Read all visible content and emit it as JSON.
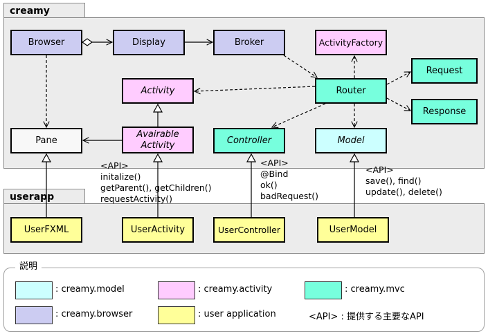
{
  "packages": {
    "creamy": "creamy",
    "userapp": "userapp"
  },
  "classes": {
    "browser": "Browser",
    "display": "Display",
    "broker": "Broker",
    "activity_factory": "ActivityFactory",
    "request": "Request",
    "activity": "Activity",
    "router": "Router",
    "response": "Response",
    "pane": "Pane",
    "avairable_activity": "Avairable\nActivity",
    "controller": "Controller",
    "model": "Model",
    "user_fxml": "UserFXML",
    "user_activity": "UserActivity",
    "user_controller": "UserController",
    "user_model": "UserModel"
  },
  "api_notes": {
    "activity": "<API>\ninitalize()\ngetParent(), getChildren()\nrequestActivity()",
    "controller": "<API>\n@Bind\nok()\nbadRequest()",
    "model": "<API>\nsave(), find()\nupdate(), delete()"
  },
  "legend": {
    "title": "説明",
    "items": {
      "model": ": creamy.model",
      "activity": ": creamy.activity",
      "mvc": ": creamy.mvc",
      "browser": ": creamy.browser",
      "user": ": user application",
      "api": "<API> : 提供する主要なAPI"
    }
  },
  "colors": {
    "browser": "#ccccf2",
    "activity": "#ffccff",
    "mvc": "#77ffdd",
    "model": "#ccffff",
    "user": "#ffff99",
    "plain": "#f8f8f8",
    "package": "#ececec"
  }
}
